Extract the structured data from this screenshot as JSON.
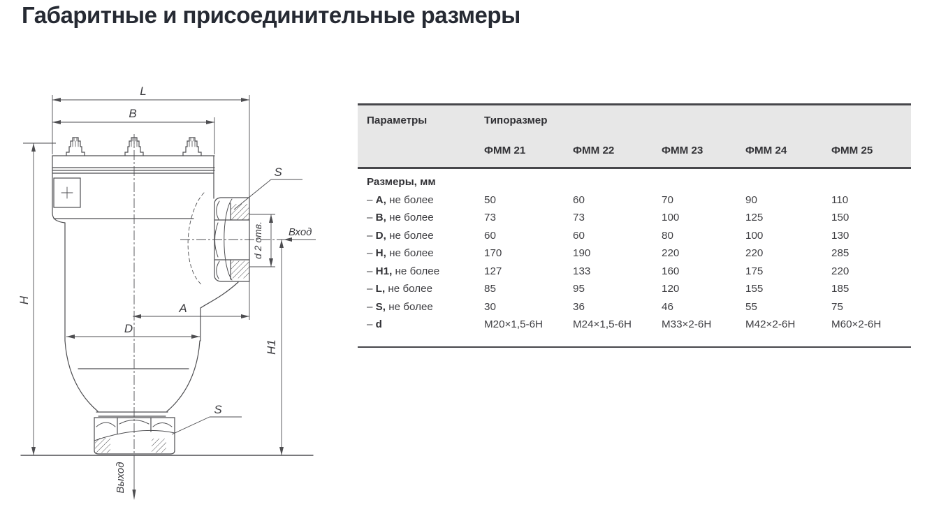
{
  "page": {
    "title": "Габаритные и присоединительные размеры"
  },
  "drawing": {
    "labels": {
      "length_l": "L",
      "width_b": "B",
      "height_h": "H",
      "height_h1": "H1",
      "dim_a": "A",
      "diameter_d": "D",
      "wrench_top": "S",
      "wrench_bottom": "S",
      "holes": "d 2 отв.",
      "inlet": "Вход",
      "outlet": "Выход"
    }
  },
  "table": {
    "header": {
      "col1": "Параметры",
      "group": "Типоразмер",
      "models": [
        "ФММ 21",
        "ФММ 22",
        "ФММ 23",
        "ФММ 24",
        "ФММ 25"
      ]
    },
    "section": "Размеры, мм",
    "rows": [
      {
        "dash": "–",
        "param": "A,",
        "suffix": " не более",
        "values": [
          "50",
          "60",
          "70",
          "90",
          "110"
        ]
      },
      {
        "dash": "–",
        "param": "B,",
        "suffix": " не более",
        "values": [
          "73",
          "73",
          "100",
          "125",
          "150"
        ]
      },
      {
        "dash": "–",
        "param": "D,",
        "suffix": " не более",
        "values": [
          "60",
          "60",
          "80",
          "100",
          "130"
        ]
      },
      {
        "dash": "–",
        "param": "H,",
        "suffix": " не более",
        "values": [
          "170",
          "190",
          "220",
          "220",
          "285"
        ]
      },
      {
        "dash": "–",
        "param": "H1,",
        "suffix": " не более",
        "values": [
          "127",
          "133",
          "160",
          "175",
          "220"
        ]
      },
      {
        "dash": "–",
        "param": "L,",
        "suffix": " не более",
        "values": [
          "85",
          "95",
          "120",
          "155",
          "185"
        ]
      },
      {
        "dash": "–",
        "param": "S,",
        "suffix": " не более",
        "values": [
          "30",
          "36",
          "46",
          "55",
          "75"
        ]
      },
      {
        "dash": "–",
        "param": "d",
        "suffix": "",
        "values": [
          "М20×1,5-6Н",
          "М24×1,5-6Н",
          "М33×2-6Н",
          "М42×2-6Н",
          "М60×2-6Н"
        ]
      }
    ]
  }
}
